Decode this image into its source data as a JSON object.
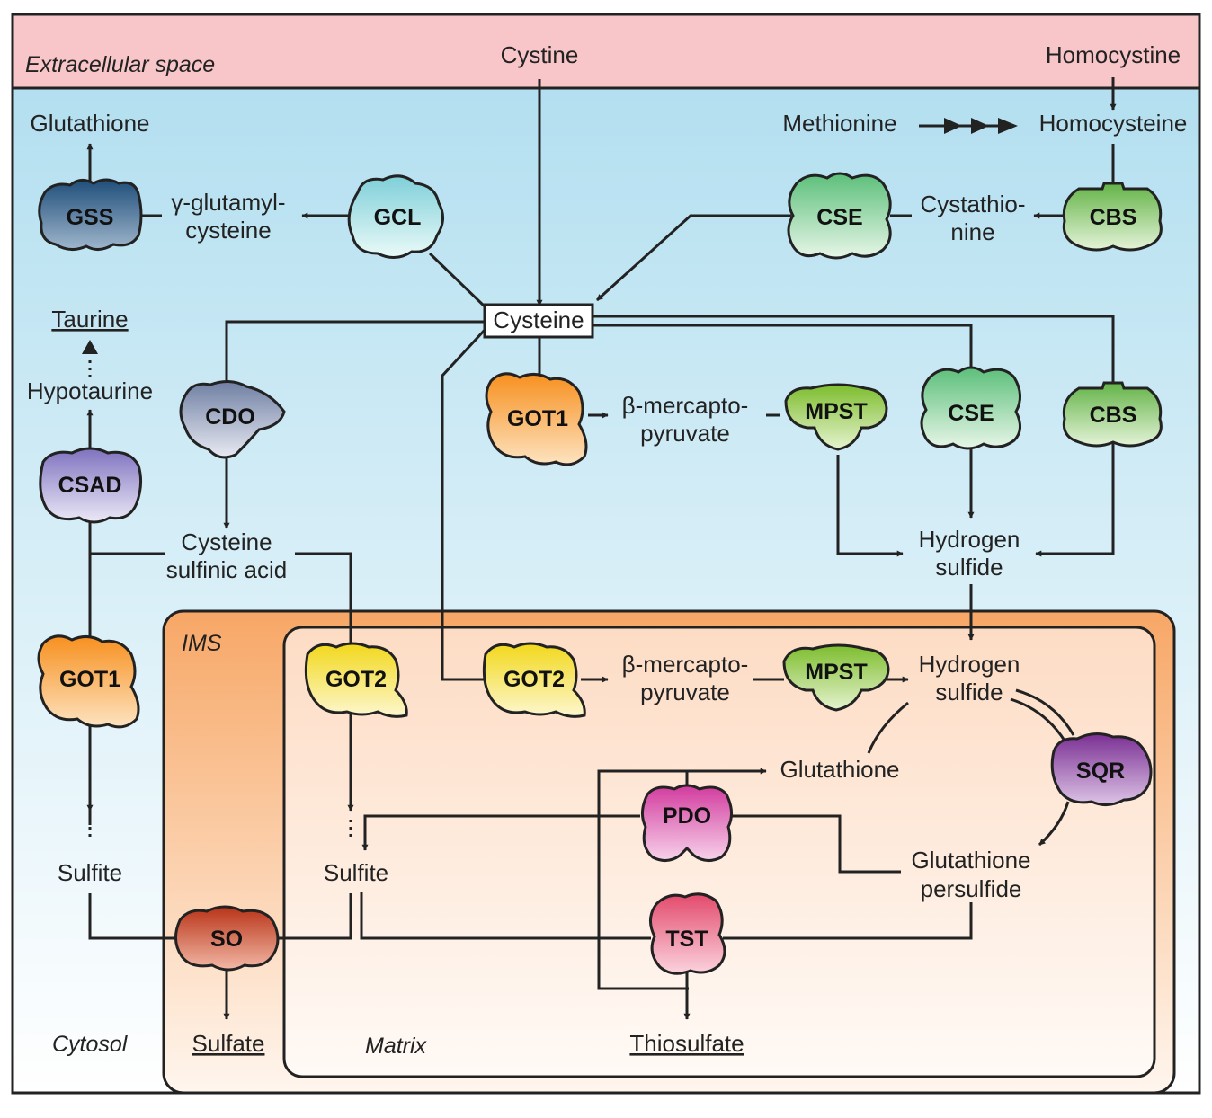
{
  "compartments": {
    "extracellular": "Extracellular space",
    "cytosol": "Cytosol",
    "ims": "IMS",
    "matrix": "Matrix"
  },
  "metabolites": {
    "cystine": "Cystine",
    "homocystine": "Homocystine",
    "methionine": "Methionine",
    "homocysteine": "Homocysteine",
    "glutathione_top": "Glutathione",
    "gamma_glutamyl_1": "γ-glutamyl-",
    "gamma_glutamyl_2": "cysteine",
    "cystathionine_1": "Cystathio-",
    "cystathionine_2": "nine",
    "cysteine": "Cysteine",
    "taurine": "Taurine",
    "hypotaurine": "Hypotaurine",
    "csa_1": "Cysteine",
    "csa_2": "sulfinic acid",
    "mp_cyto_1": "β-mercapto-",
    "mp_cyto_2": "pyruvate",
    "h2s_cyto_1": "Hydrogen",
    "h2s_cyto_2": "sulfide",
    "mp_mito_1": "β-mercapto-",
    "mp_mito_2": "pyruvate",
    "h2s_mito_1": "Hydrogen",
    "h2s_mito_2": "sulfide",
    "glutathione_mito": "Glutathione",
    "gssh_1": "Glutathione",
    "gssh_2": "persulfide",
    "sulfite_cyto": "Sulfite",
    "sulfite_mito": "Sulfite",
    "sulfate": "Sulfate",
    "thiosulfate": "Thiosulfate"
  },
  "enzymes": {
    "gss": "GSS",
    "gcl": "GCL",
    "cse_top": "CSE",
    "cbs_top": "CBS",
    "cdo": "CDO",
    "got1_cyto": "GOT1",
    "mpst_cyto": "MPST",
    "cse_mid": "CSE",
    "cbs_mid": "CBS",
    "csad": "CSAD",
    "got1_left": "GOT1",
    "got2_ims": "GOT2",
    "got2_mito": "GOT2",
    "mpst_mito": "MPST",
    "sqr": "SQR",
    "pdo": "PDO",
    "so": "SO",
    "tst": "TST"
  },
  "colors": {
    "extracellular_bg": "#f7c9cc",
    "cytosol_top": "#b7e0ef",
    "ims_outer": "#f6a86a",
    "matrix_bg": "#fde4d2",
    "gss": "#2b5b86",
    "gcl": "#a7dbe3",
    "cse": "#7ccc8e",
    "cbs": "#79c060",
    "cdo": "#8e9bb8",
    "got1": "#f79a2c",
    "mpst": "#88c443",
    "csad": "#8e82c7",
    "got2": "#f4e33a",
    "sqr": "#8a3fa2",
    "pdo": "#d94aa8",
    "so": "#c8442a",
    "tst": "#e9577a"
  }
}
